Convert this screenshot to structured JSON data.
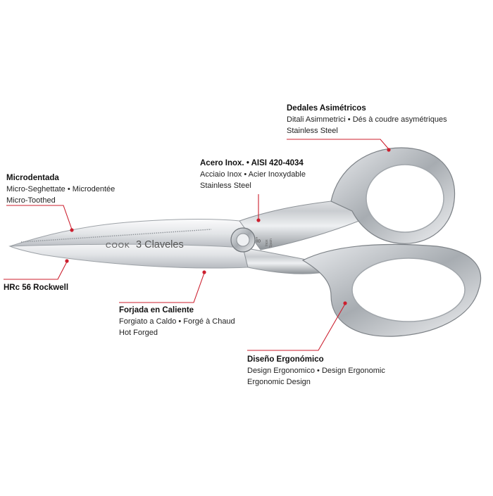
{
  "brand": {
    "cook": "COOK",
    "name": "3 Claveles",
    "size_mark": "8\"",
    "inox_mark": "Inox",
    "origin_mark": "Spain"
  },
  "accent_color": "#cc1f2e",
  "callouts": {
    "dedales": {
      "title": "Dedales Asimétricos",
      "lines": [
        "Ditali Asimmetrici • Dés à coudre asymétriques",
        "Stainless Steel"
      ]
    },
    "acero": {
      "title": "Acero Inox. • AISI 420-4034",
      "lines": [
        "Acciaio Inox • Acier Inoxydable",
        "Stainless Steel"
      ]
    },
    "microdentada": {
      "title": "Microdentada",
      "lines": [
        "Micro-Seghettate • Microdentée",
        "Micro-Toothed"
      ]
    },
    "hrc": {
      "title": "HRc 56 Rockwell",
      "lines": []
    },
    "forjada": {
      "title": "Forjada en Caliente",
      "lines": [
        "Forgiato a Caldo • Forgé à Chaud",
        "Hot Forged"
      ]
    },
    "diseno": {
      "title": "Diseño Ergonómico",
      "lines": [
        "Design Ergonomico • Design Ergonomic",
        "Ergonomic Design"
      ]
    }
  }
}
